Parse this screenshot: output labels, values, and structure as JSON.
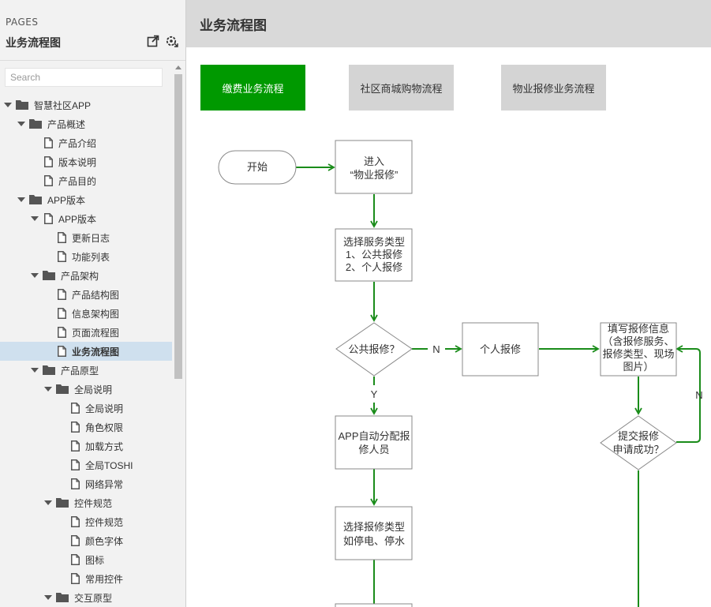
{
  "sidebar": {
    "pages_label": "PAGES",
    "project_title": "业务流程图",
    "search_placeholder": "Search",
    "tree": [
      {
        "label": "智慧社区APP",
        "level": 0,
        "type": "folder",
        "expanded": true
      },
      {
        "label": "产品概述",
        "level": 1,
        "type": "folder",
        "expanded": true
      },
      {
        "label": "产品介绍",
        "level": 2,
        "type": "page"
      },
      {
        "label": "版本说明",
        "level": 2,
        "type": "page"
      },
      {
        "label": "产品目的",
        "level": 2,
        "type": "page"
      },
      {
        "label": "APP版本",
        "level": 1,
        "type": "folder",
        "expanded": true
      },
      {
        "label": "APP版本",
        "level": 2,
        "type": "page",
        "expanded": true
      },
      {
        "label": "更新日志",
        "level": 3,
        "type": "page"
      },
      {
        "label": "功能列表",
        "level": 3,
        "type": "page"
      },
      {
        "label": "产品架构",
        "level": 2,
        "type": "folder",
        "expanded": true
      },
      {
        "label": "产品结构图",
        "level": 3,
        "type": "page"
      },
      {
        "label": "信息架构图",
        "level": 3,
        "type": "page"
      },
      {
        "label": "页面流程图",
        "level": 3,
        "type": "page"
      },
      {
        "label": "业务流程图",
        "level": 3,
        "type": "page",
        "selected": true
      },
      {
        "label": "产品原型",
        "level": 2,
        "type": "folder",
        "expanded": true
      },
      {
        "label": "全局说明",
        "level": 3,
        "type": "folder",
        "expanded": true
      },
      {
        "label": "全局说明",
        "level": 4,
        "type": "page"
      },
      {
        "label": "角色权限",
        "level": 4,
        "type": "page"
      },
      {
        "label": "加载方式",
        "level": 4,
        "type": "page"
      },
      {
        "label": "全局TOSHI",
        "level": 4,
        "type": "page"
      },
      {
        "label": "网络异常",
        "level": 4,
        "type": "page"
      },
      {
        "label": "控件规范",
        "level": 3,
        "type": "folder",
        "expanded": true
      },
      {
        "label": "控件规范",
        "level": 4,
        "type": "page"
      },
      {
        "label": "颜色字体",
        "level": 4,
        "type": "page"
      },
      {
        "label": "图标",
        "level": 4,
        "type": "page"
      },
      {
        "label": "常用控件",
        "level": 4,
        "type": "page"
      },
      {
        "label": "交互原型",
        "level": 3,
        "type": "folder",
        "expanded": true
      }
    ]
  },
  "main": {
    "page_title": "业务流程图",
    "tabs": [
      {
        "label": "缴费业务流程",
        "active": true
      },
      {
        "label": "社区商城购物流程",
        "active": false
      },
      {
        "label": "物业报修业务流程",
        "active": false
      }
    ]
  },
  "flowchart": {
    "nodes": {
      "start": [
        "开始"
      ],
      "enter": [
        "进入",
        "“物业报修”"
      ],
      "select_type": [
        "选择服务类型",
        "1、公共报修",
        "2、个人报修"
      ],
      "public_decision": [
        "公共报修？"
      ],
      "personal_repair": [
        "个人报修"
      ],
      "fill_info": [
        "填写报修信息",
        "（含报修服务、",
        "报修类型、现场",
        "图片）"
      ],
      "submit_decision": [
        "提交报修",
        "申请成功？"
      ],
      "auto_assign": [
        "APP自动分配报",
        "修人员"
      ],
      "select_repair": [
        "选择报修类型",
        "如停电、停水"
      ]
    },
    "labels": {
      "yes": "Y",
      "no": "N",
      "retry": "N"
    }
  },
  "colors": {
    "accent": "#009900",
    "arrow": "#1a8c1a",
    "tab_inactive": "#d4d4d4",
    "header_bg": "#d9d9d9",
    "sidebar_bg": "#f2f2f2",
    "selected_row": "#cfe0ee"
  },
  "icons": {
    "export": "export-icon",
    "settings": "settings-icon",
    "folder": "folder-icon",
    "page": "page-icon"
  }
}
